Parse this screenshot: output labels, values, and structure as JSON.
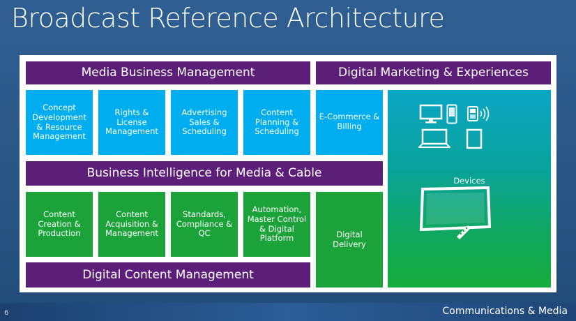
{
  "title": "Broadcast Reference Architecture",
  "headers": {
    "media_business_management": "Media Business Management",
    "digital_marketing": "Digital Marketing & Experiences",
    "business_intelligence": "Business Intelligence for Media & Cable",
    "digital_content_management": "Digital Content Management"
  },
  "cyan_boxes": [
    "Concept Development & Resource Management",
    "Rights & License Management",
    "Advertising Sales & Scheduling",
    "Content Planning & Scheduling",
    "E-Commerce & Billing"
  ],
  "green_boxes": [
    "Content Creation & Production",
    "Content Acquisition & Management",
    "Standards, Compliance & QC",
    "Automation, Master Control & Digital Platform"
  ],
  "digital_delivery": "Digital Delivery",
  "devices_label": "Devices",
  "footer": "Communications & Media",
  "page_number": "6",
  "icons": [
    "desktop-monitor-icon",
    "mobile-phone-icon",
    "feature-phone-icon",
    "laptop-icon",
    "tablet-icon",
    "television-icon",
    "remote-control-icon"
  ],
  "colors": {
    "purple": "#5b1f7a",
    "cyan": "#00adef",
    "green": "#1ba33a",
    "background": "#2a5686"
  }
}
